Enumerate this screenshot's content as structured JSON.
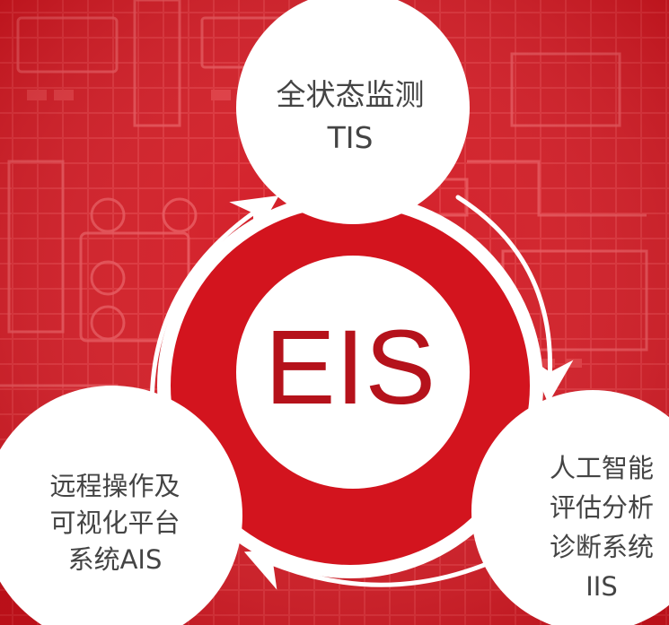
{
  "center": {
    "label": "EIS"
  },
  "nodes": {
    "top": {
      "lines": [
        "全状态监测",
        "TIS"
      ]
    },
    "right": {
      "lines": [
        "人工智能",
        "评估分析",
        "诊断系统",
        "IIS"
      ]
    },
    "left": {
      "lines": [
        "远程操作及",
        "可视化平台",
        "系统AIS"
      ]
    }
  },
  "colors": {
    "background": "#d3141e",
    "circuit": "#e8434a",
    "circle": "#ffffff",
    "accent": "#b5121b",
    "text": "#444444"
  }
}
